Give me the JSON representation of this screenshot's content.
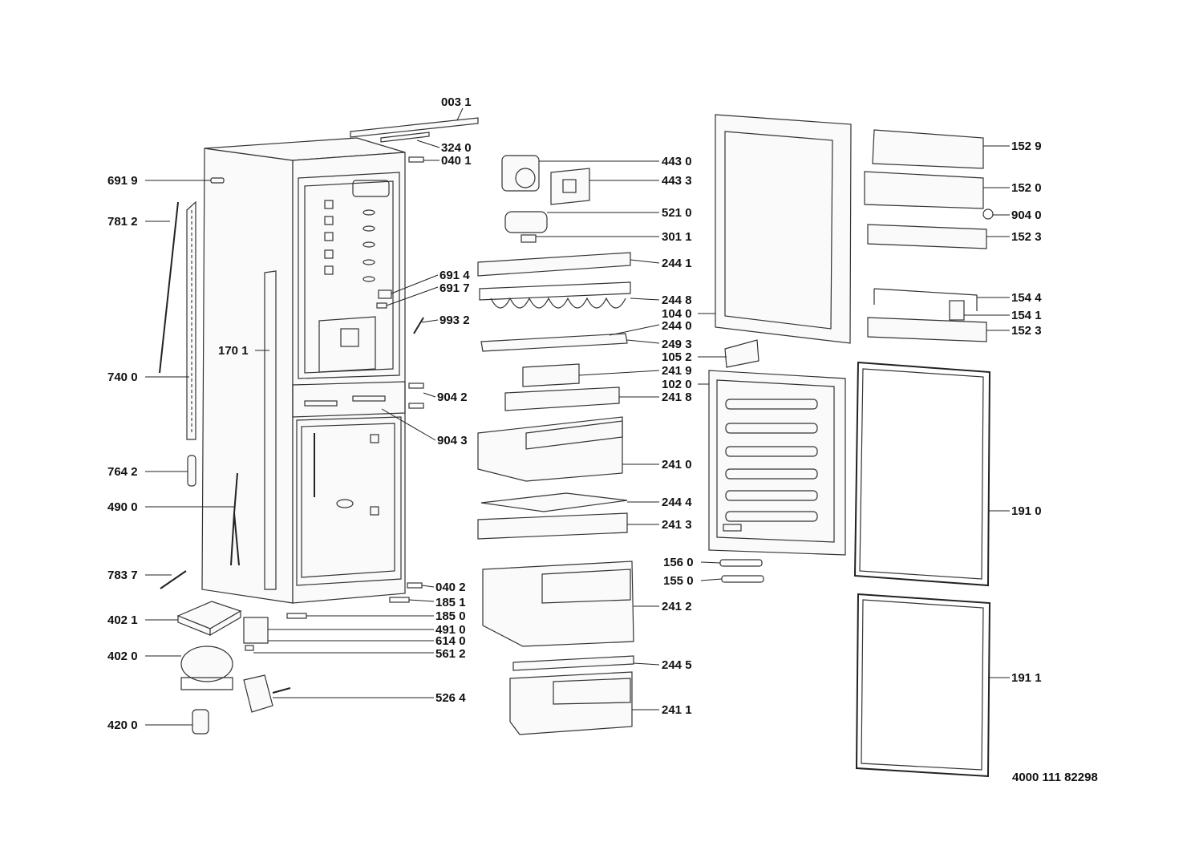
{
  "labels": {
    "l0031": "003 1",
    "l3240": "324 0",
    "l0401": "040 1",
    "l6919": "691 9",
    "l7812": "781 2",
    "l6914": "691 4",
    "l6917": "691 7",
    "l9932": "993 2",
    "l1701": "170 1",
    "l7400": "740 0",
    "l9042a": "904 2",
    "l9043": "904 3",
    "l7642": "764 2",
    "l4900": "490 0",
    "l7837": "783 7",
    "l0402": "040 2",
    "l1851": "185 1",
    "l4021": "402 1",
    "l1850": "185 0",
    "l4910": "491 0",
    "l6140": "614 0",
    "l4020": "402 0",
    "l5612": "561 2",
    "l5264": "526 4",
    "l4200": "420 0",
    "l4430": "443 0",
    "l4433": "443 3",
    "l5210": "521 0",
    "l3011": "301 1",
    "l2441": "244 1",
    "l2448": "244 8",
    "l1040": "104 0",
    "l2440": "244 0",
    "l2493": "249 3",
    "l1052": "105 2",
    "l2419": "241 9",
    "l1020": "102 0",
    "l2418": "241 8",
    "l2410": "241 0",
    "l2444": "244 4",
    "l2413": "241 3",
    "l1560": "156 0",
    "l1550": "155 0",
    "l2412": "241 2",
    "l2445": "244 5",
    "l2411": "241 1",
    "l1529": "152 9",
    "l1520": "152 0",
    "l9040": "904 0",
    "l1523a": "152 3",
    "l1544": "154 4",
    "l1541": "154 1",
    "l1523b": "152 3",
    "l1910": "191 0",
    "l1911": "191 1"
  },
  "drawing_number": "4000 111 82298"
}
